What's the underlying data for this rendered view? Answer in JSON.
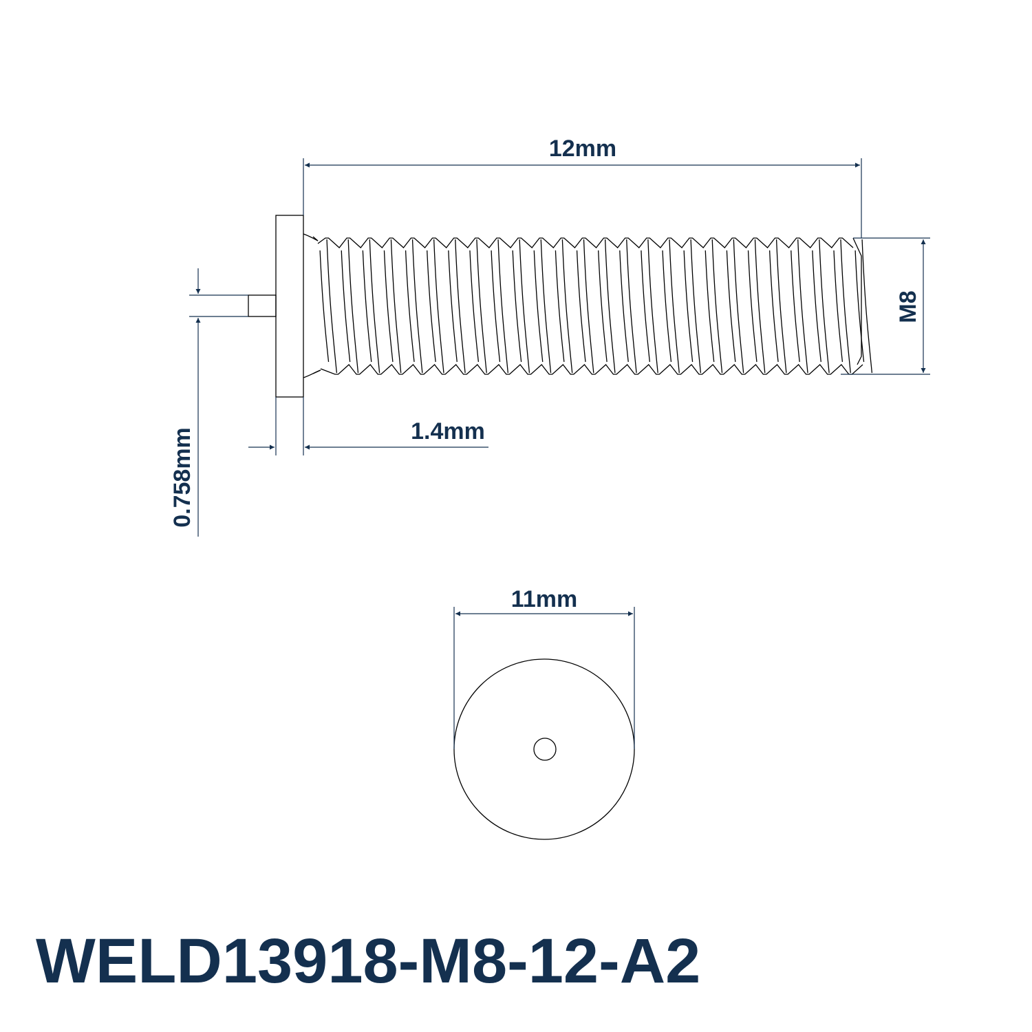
{
  "part_number": "WELD13918-M8-12-A2",
  "dimensions": {
    "length": "12mm",
    "thread": "M8",
    "flange_thickness": "1.4mm",
    "pip_diameter": "0.758mm",
    "flange_diameter": "11mm"
  },
  "colors": {
    "annotation": "#14304f",
    "outline": "#000000",
    "background": "#ffffff"
  }
}
